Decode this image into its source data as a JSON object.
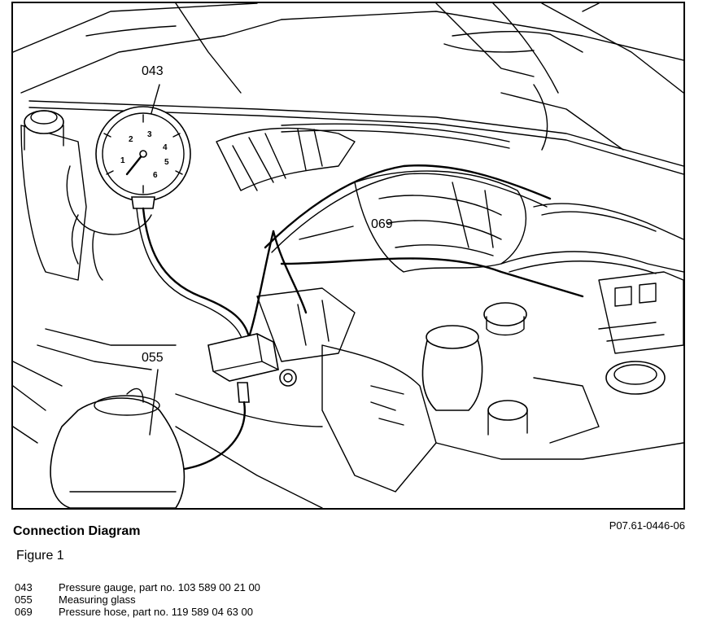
{
  "figure": {
    "callouts": [
      {
        "number": "043"
      },
      {
        "number": "055"
      },
      {
        "number": "069"
      }
    ],
    "gauge_dial_numbers": [
      "1",
      "2",
      "3",
      "4",
      "5",
      "6"
    ]
  },
  "caption": {
    "title": "Connection Diagram",
    "figure_code": "P07.61-0446-06",
    "figure_label": "Figure 1"
  },
  "legend": [
    {
      "number": "043",
      "description": "Pressure gauge, part no. 103 589 00 21 00"
    },
    {
      "number": "055",
      "description": "Measuring glass"
    },
    {
      "number": "069",
      "description": "Pressure hose, part no. 119 589 04 63 00"
    }
  ]
}
